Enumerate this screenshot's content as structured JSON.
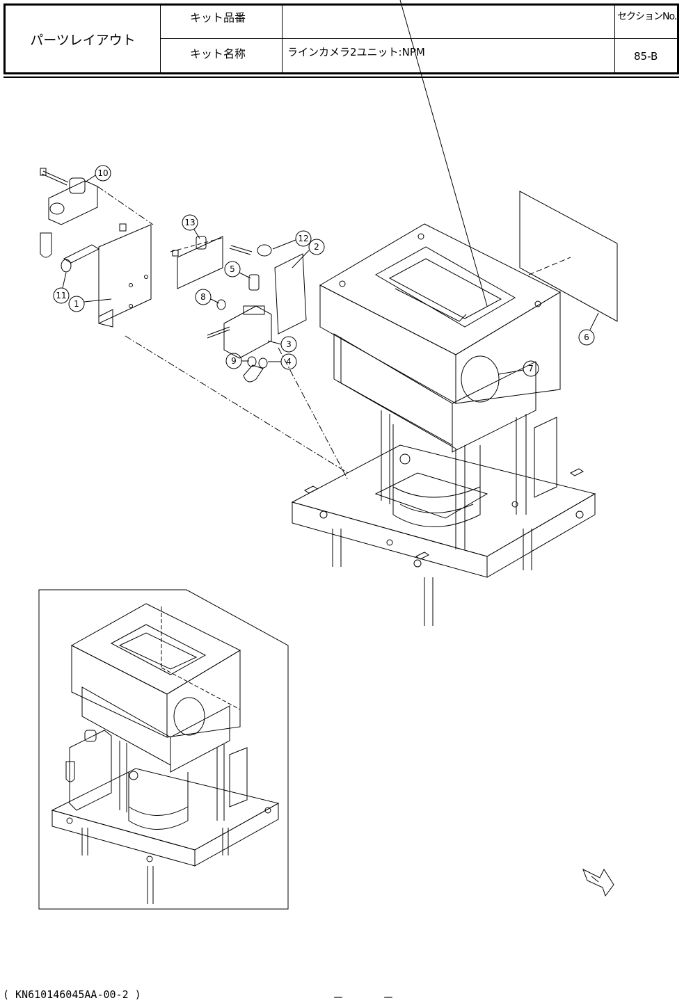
{
  "header": {
    "title": "パーツレイアウト",
    "kit_no_label": "キット品番",
    "kit_no_value": "",
    "kit_name_label": "キット名称",
    "kit_name_value": "ラインカメラ2ユニット:NPM",
    "section_label": "セクションNo.",
    "section_value": "85-B"
  },
  "callouts": [
    "1",
    "2",
    "3",
    "4",
    "5",
    "6",
    "7",
    "8",
    "9",
    "10",
    "11",
    "12",
    "13"
  ],
  "footer": {
    "doc_code": "( KN610146045AA-00-2 )",
    "page_left": "－",
    "page_right": "－"
  }
}
